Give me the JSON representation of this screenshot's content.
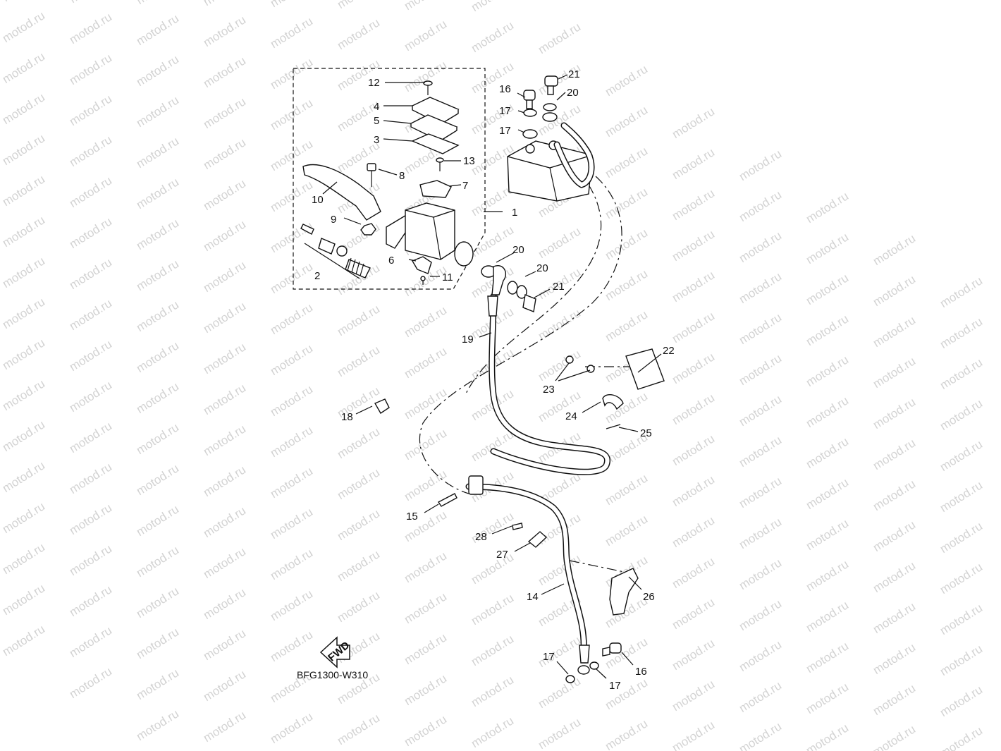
{
  "watermark": "motod.ru",
  "diagram_code": "BFG1300-W310",
  "fwd_label": "FWD",
  "callouts": {
    "c1": "1",
    "c2": "2",
    "c3": "3",
    "c4": "4",
    "c5": "5",
    "c6": "6",
    "c7": "7",
    "c8": "8",
    "c9": "9",
    "c10": "10",
    "c11": "11",
    "c12": "12",
    "c13": "13",
    "c14": "14",
    "c15": "15",
    "c16a": "16",
    "c16b": "16",
    "c17a": "17",
    "c17b": "17",
    "c17c": "17",
    "c17d": "17",
    "c18": "18",
    "c19": "19",
    "c20a": "20",
    "c20b": "20",
    "c20c": "20",
    "c21a": "21",
    "c21b": "21",
    "c22": "22",
    "c23": "23",
    "c24": "24",
    "c25": "25",
    "c26": "26",
    "c27": "27",
    "c28": "28"
  }
}
